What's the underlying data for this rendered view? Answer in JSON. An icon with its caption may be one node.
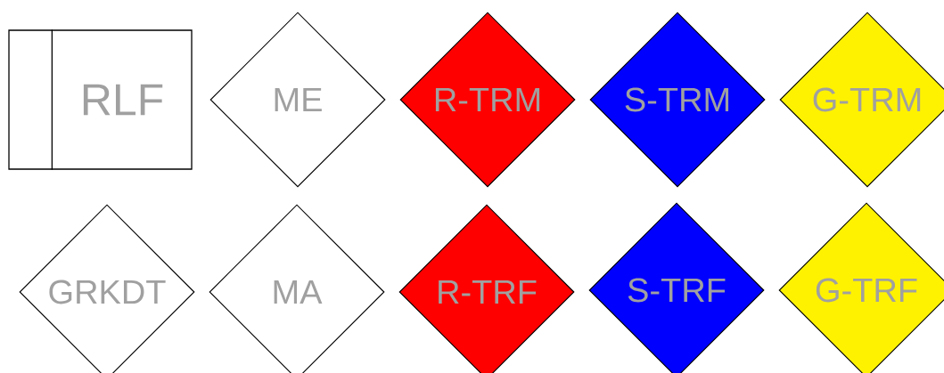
{
  "diagram": {
    "nodes": [
      {
        "text": [
          "RLF"
        ]
      },
      {
        "text": [
          "ME"
        ]
      },
      {
        "text": [
          "R-TRM"
        ]
      },
      {
        "text": [
          "S-TRM"
        ]
      },
      {
        "text": [
          "G-TRM"
        ]
      },
      {
        "text": [
          "GRKDT"
        ]
      },
      {
        "text": [
          "MA"
        ]
      },
      {
        "text": [
          "R-TRF"
        ]
      },
      {
        "text": [
          "S-TRF"
        ]
      },
      {
        "text": [
          "G-TRF"
        ]
      }
    ]
  }
}
